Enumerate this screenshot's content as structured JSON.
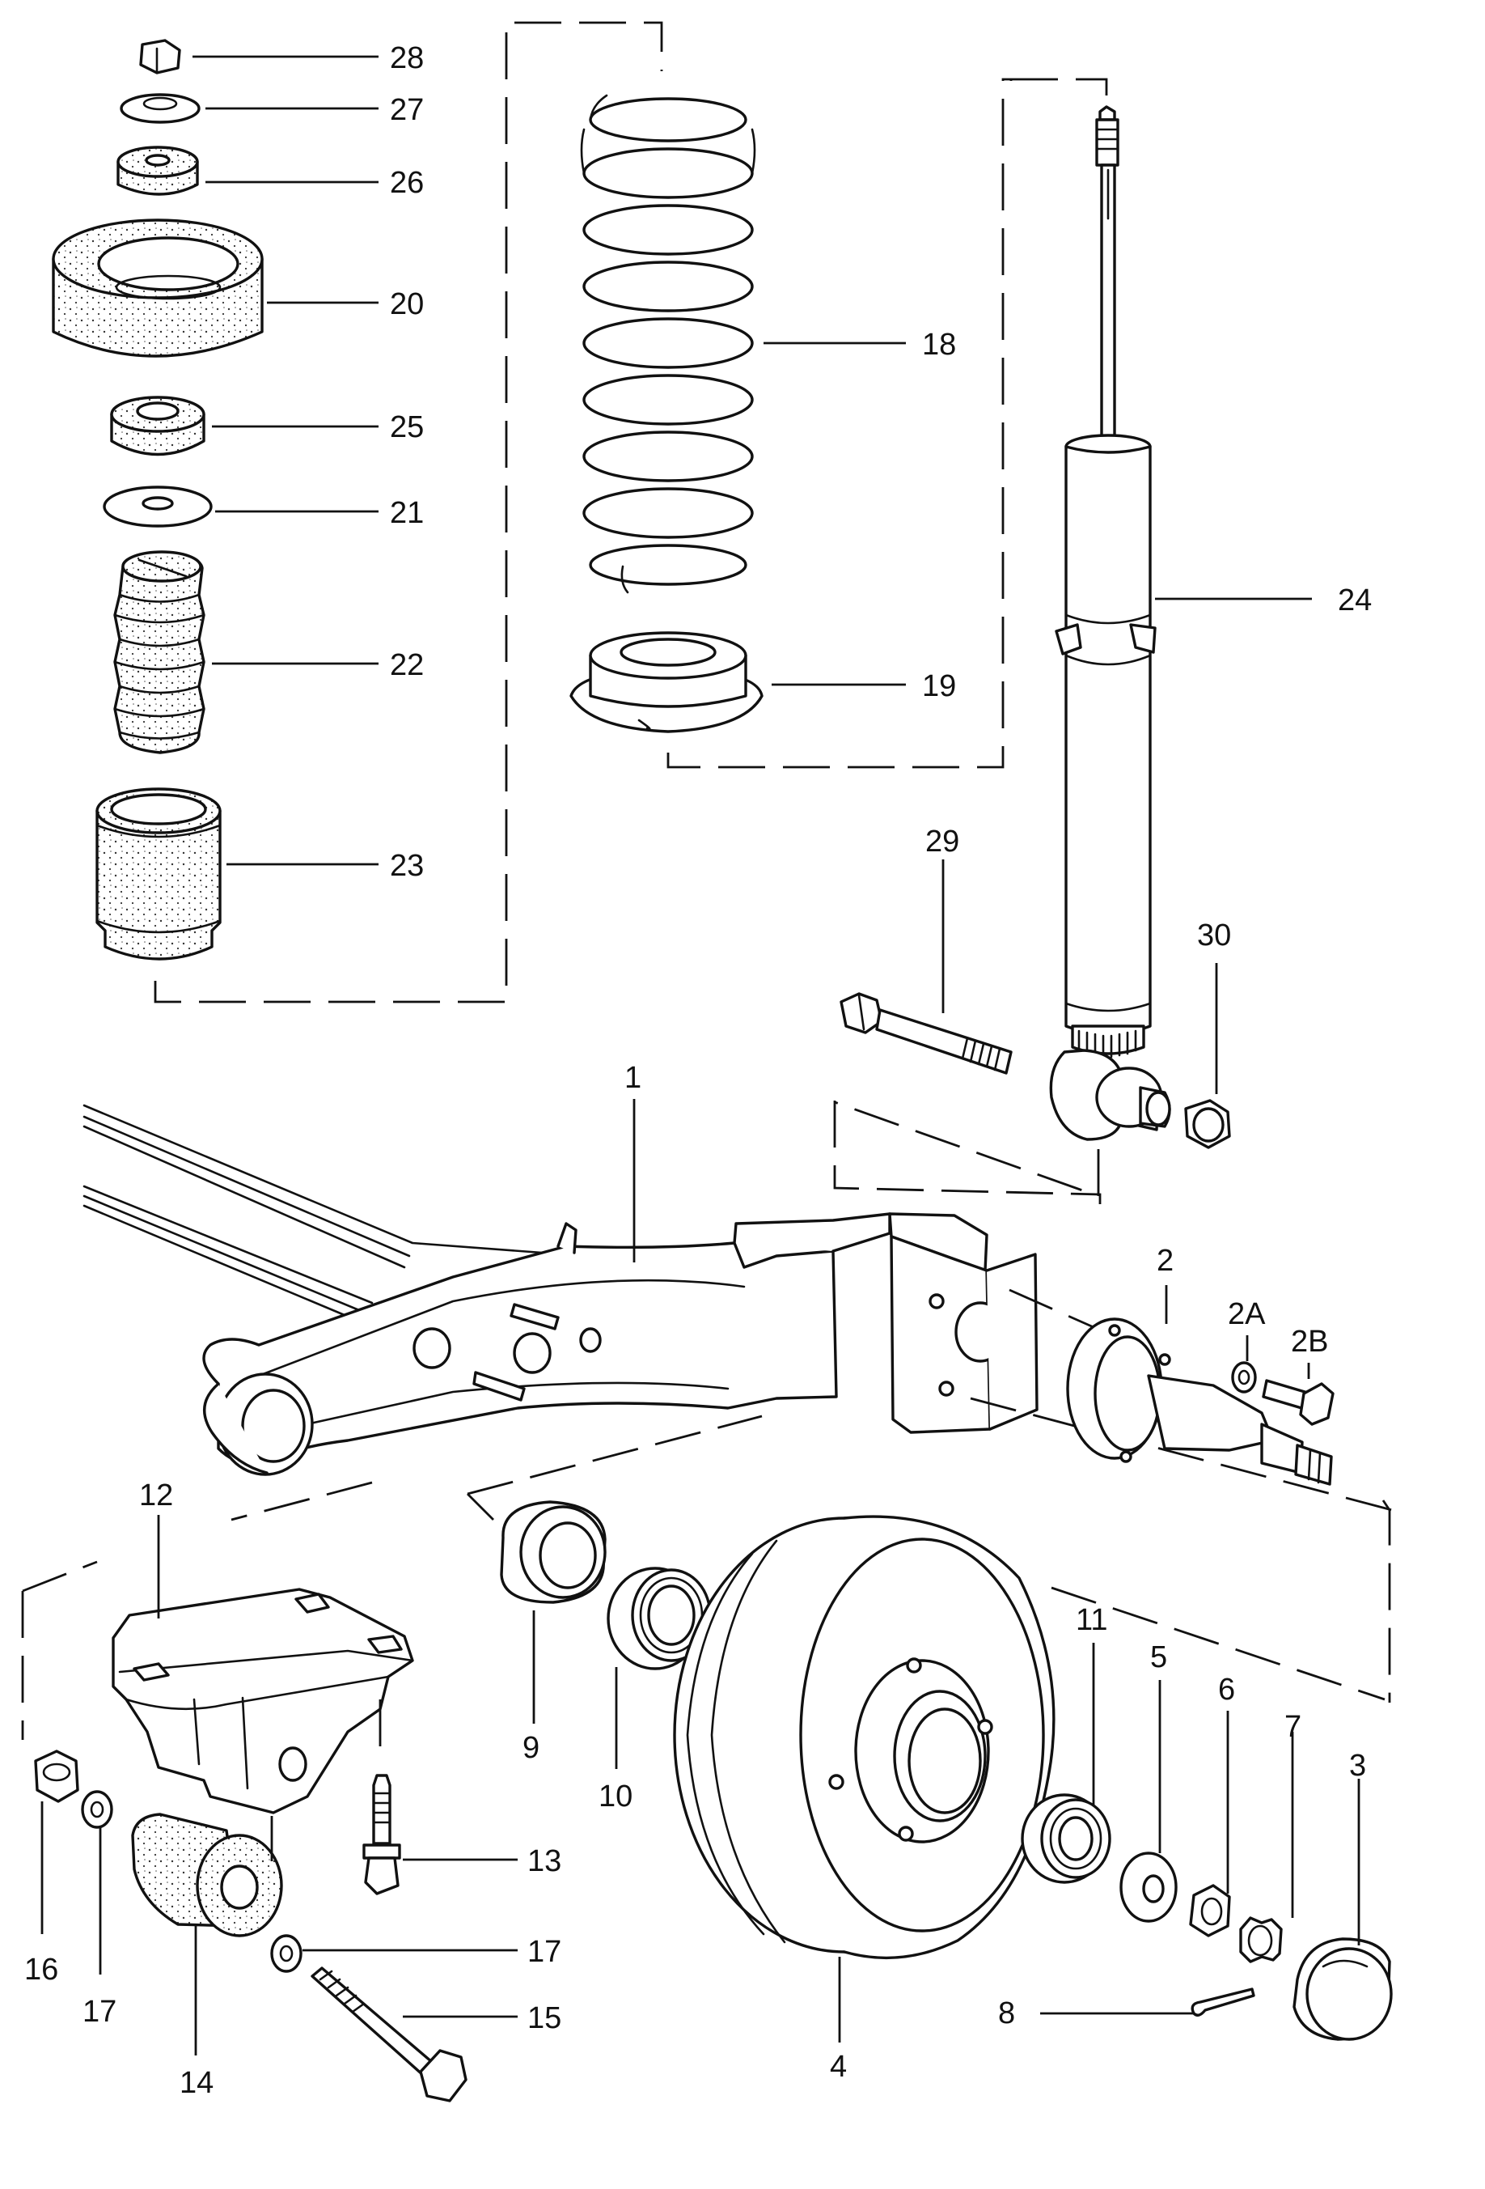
{
  "labels": {
    "p1": "1",
    "p2": "2",
    "p2a": "2A",
    "p2b": "2B",
    "p3": "3",
    "p4": "4",
    "p5": "5",
    "p6": "6",
    "p7": "7",
    "p8": "8",
    "p9": "9",
    "p10": "10",
    "p11": "11",
    "p12": "12",
    "p13": "13",
    "p14": "14",
    "p15": "15",
    "p16": "16",
    "p17a": "17",
    "p17b": "17",
    "p18": "18",
    "p19": "19",
    "p20": "20",
    "p21": "21",
    "p22": "22",
    "p23": "23",
    "p24": "24",
    "p25": "25",
    "p26": "26",
    "p27": "27",
    "p28": "28",
    "p29": "29",
    "p30": "30"
  }
}
